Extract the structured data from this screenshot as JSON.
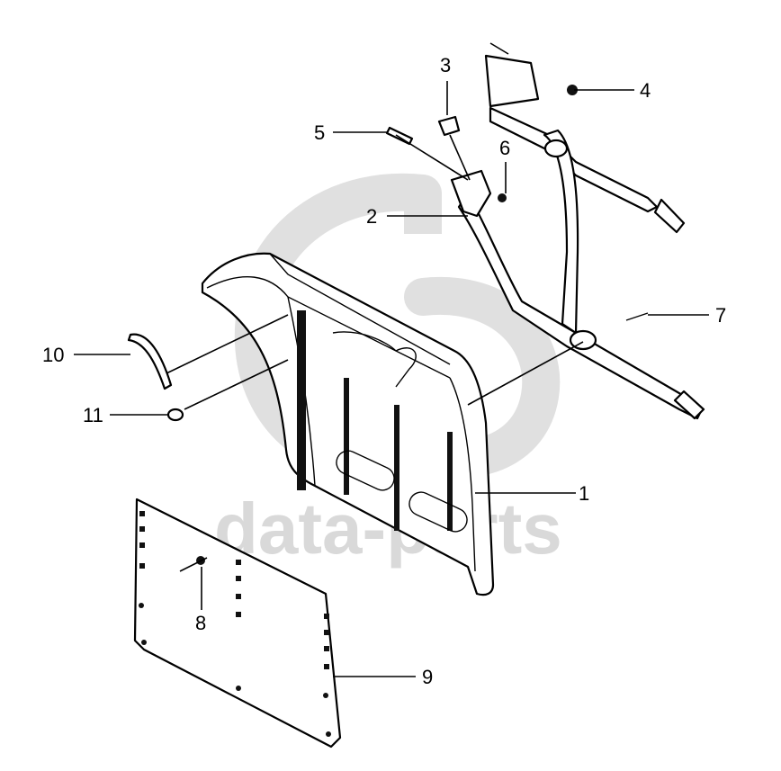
{
  "watermark": {
    "text": "data-parts",
    "logo": "gb"
  },
  "callouts": [
    {
      "id": "1",
      "label": "1"
    },
    {
      "id": "2",
      "label": "2"
    },
    {
      "id": "3",
      "label": "3"
    },
    {
      "id": "4",
      "label": "4"
    },
    {
      "id": "5",
      "label": "5"
    },
    {
      "id": "6",
      "label": "6"
    },
    {
      "id": "7",
      "label": "7"
    },
    {
      "id": "8",
      "label": "8"
    },
    {
      "id": "9",
      "label": "9"
    },
    {
      "id": "10",
      "label": "10"
    },
    {
      "id": "11",
      "label": "11"
    }
  ],
  "colors": {
    "line": "#000000",
    "watermark": "#d9d9d9",
    "background": "#ffffff"
  }
}
